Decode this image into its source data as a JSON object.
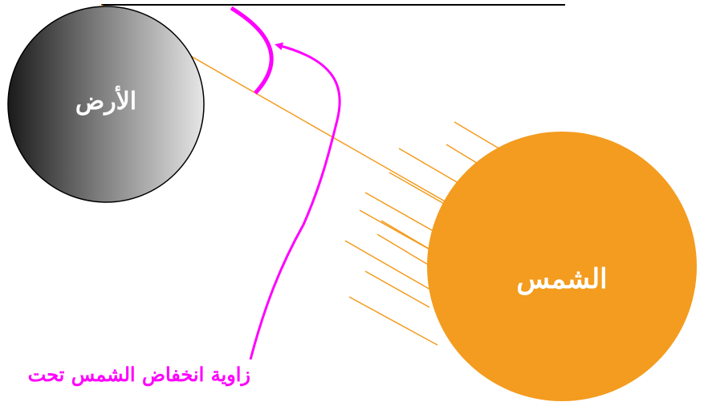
{
  "earth": {
    "label": "الأرض"
  },
  "sun": {
    "label": "الشمس"
  },
  "angle": {
    "caption": "زاوية انخفاض الشمس تحت"
  },
  "colors": {
    "sun_fill": "#f39c1f",
    "ray": "#f39c1f",
    "arrow": "#ff00ff",
    "horizon": "#000000",
    "earth_dark": "#1a1a1a",
    "earth_light": "#e6e6e6"
  }
}
